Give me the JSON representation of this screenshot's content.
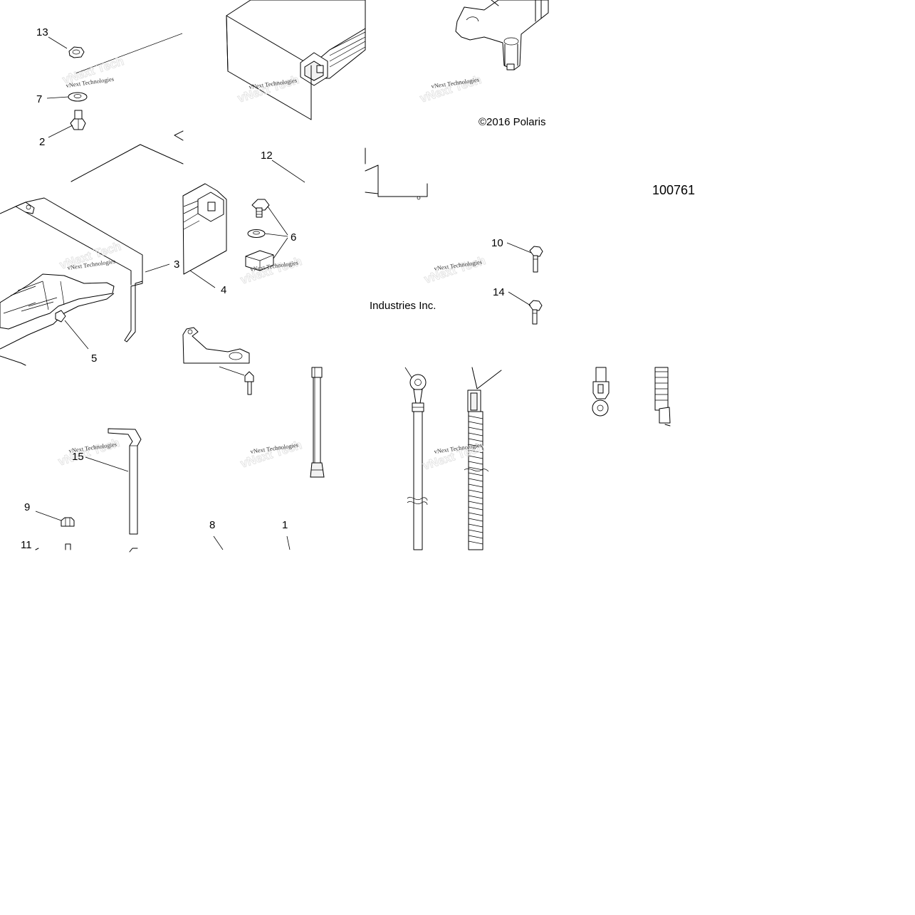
{
  "diagram": {
    "copyright": "©2016 Polaris",
    "company_fragment": "Industries Inc.",
    "figure_id": "100761",
    "watermark": "vNext Technologies",
    "callouts": [
      "13",
      "7",
      "2",
      "12",
      "6",
      "3",
      "4",
      "5",
      "10",
      "14",
      "15",
      "9",
      "11",
      "8",
      "1"
    ]
  }
}
